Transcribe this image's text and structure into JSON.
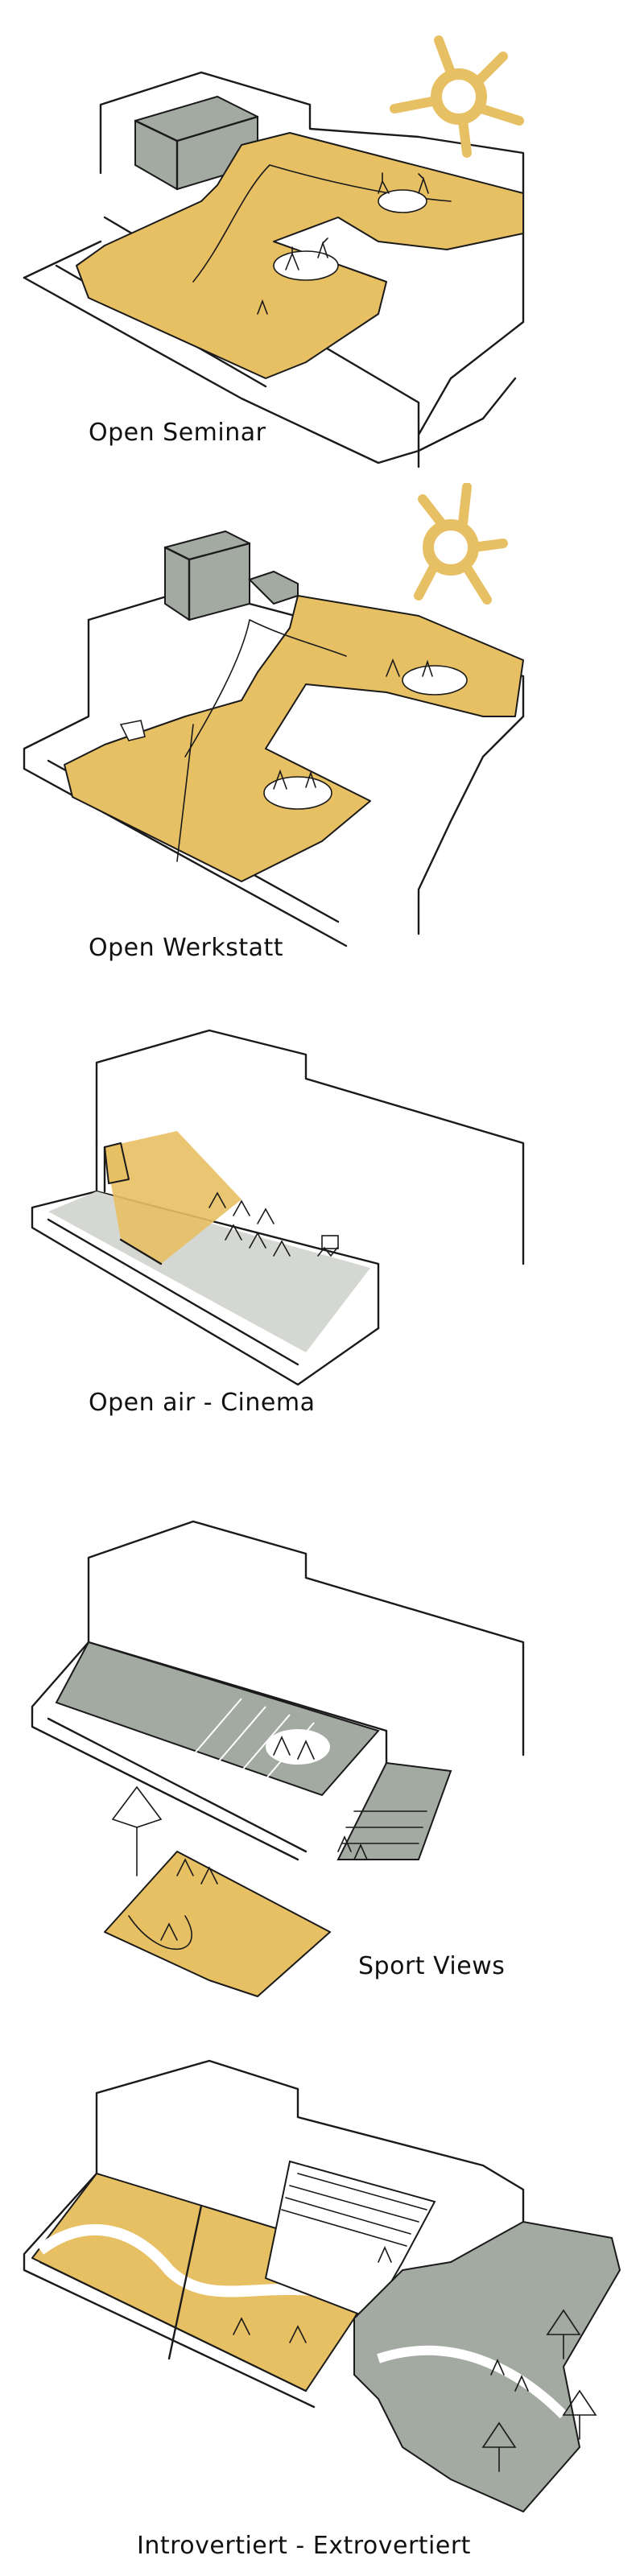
{
  "colors": {
    "ochre": "#e8c064",
    "grey": "#a3aaa2",
    "light_grey": "#d4d7d2",
    "ink": "#1a1a1a"
  },
  "panels": [
    {
      "caption": "Open Seminar"
    },
    {
      "caption": "Open Werkstatt"
    },
    {
      "caption": "Open air - Cinema"
    },
    {
      "caption": "Sport Views"
    },
    {
      "caption": "Introvertiert - Extrovertiert"
    }
  ]
}
